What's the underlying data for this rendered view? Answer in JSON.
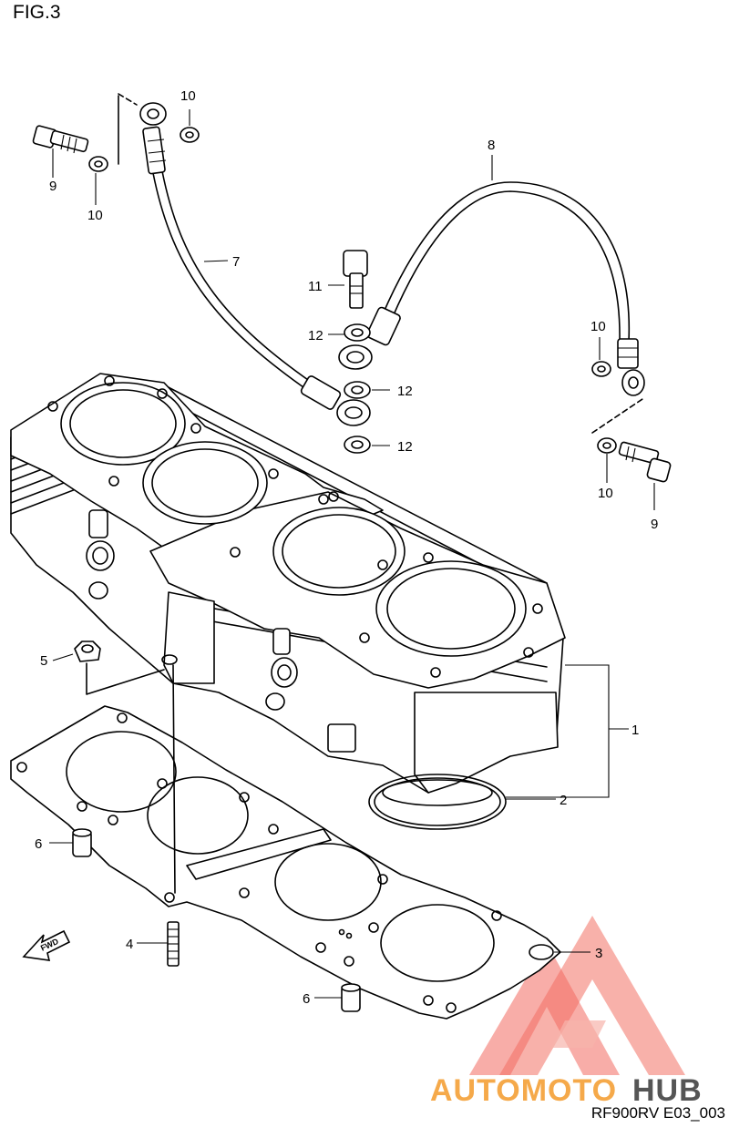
{
  "figure_title": "FIG.3",
  "drawing_code": "RF900RV E03_003",
  "fwd_arrow_text": "FWD",
  "watermark": {
    "part1": "AUTOMOTO",
    "part2": "HUB",
    "color_primary": "#f26a60",
    "color_secondary": "#555555"
  },
  "callouts": [
    {
      "id": "c1",
      "text": "1"
    },
    {
      "id": "c2",
      "text": "2"
    },
    {
      "id": "c3",
      "text": "3"
    },
    {
      "id": "c4",
      "text": "4"
    },
    {
      "id": "c5",
      "text": "5"
    },
    {
      "id": "c6a",
      "text": "6"
    },
    {
      "id": "c6b",
      "text": "6"
    },
    {
      "id": "c7",
      "text": "7"
    },
    {
      "id": "c8",
      "text": "8"
    },
    {
      "id": "c9a",
      "text": "9"
    },
    {
      "id": "c9b",
      "text": "9"
    },
    {
      "id": "c10a",
      "text": "10"
    },
    {
      "id": "c10b",
      "text": "10"
    },
    {
      "id": "c10c",
      "text": "10"
    },
    {
      "id": "c10d",
      "text": "10"
    },
    {
      "id": "c11",
      "text": "11"
    },
    {
      "id": "c12a",
      "text": "12"
    },
    {
      "id": "c12b",
      "text": "12"
    },
    {
      "id": "c12c",
      "text": "12"
    }
  ]
}
